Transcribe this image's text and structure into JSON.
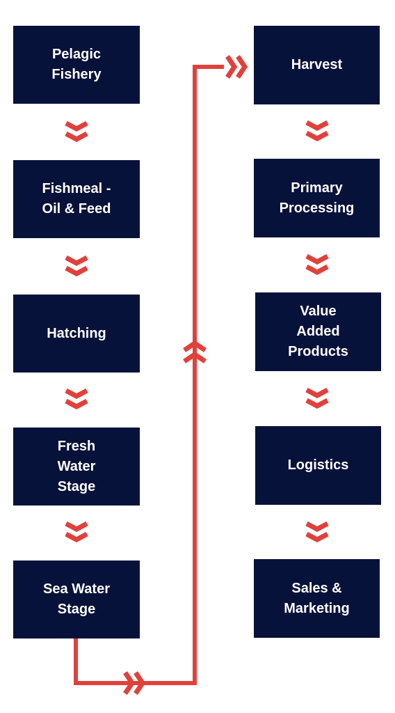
{
  "diagram": {
    "accent_color": "#e2403b",
    "box_color": "#07123a",
    "left_column": [
      "Pelagic\nFishery",
      "Fishmeal -\nOil & Feed",
      "Hatching",
      "Fresh\nWater\nStage",
      "Sea Water\nStage"
    ],
    "right_column": [
      "Harvest",
      "Primary\nProcessing",
      "Value\nAdded\nProducts",
      "Logistics",
      "Sales &\nMarketing"
    ],
    "icons": {
      "down_arrow": "double-chevron-down-icon",
      "right_arrow": "double-chevron-right-icon",
      "up_arrow": "double-chevron-up-icon"
    }
  }
}
